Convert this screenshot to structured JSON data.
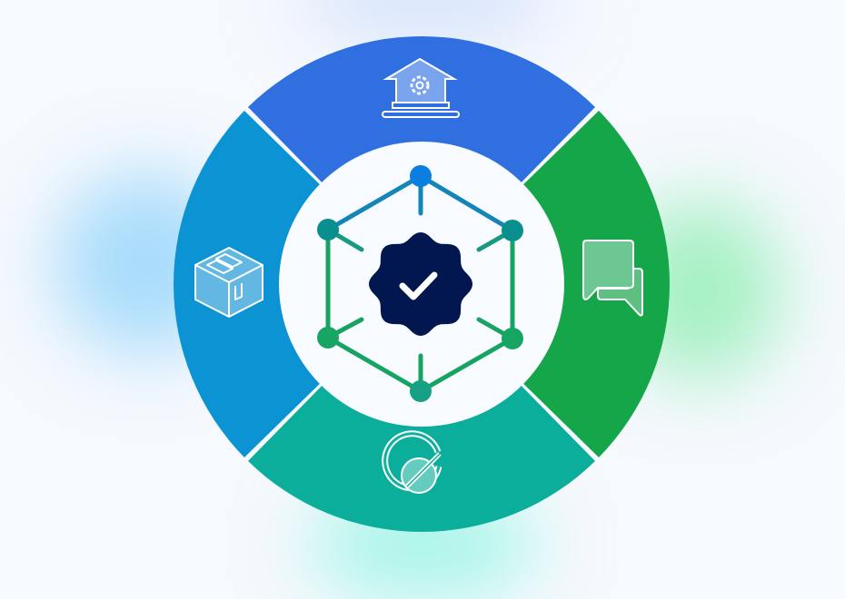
{
  "colors": {
    "background": "#f6f9fe",
    "glow_left": "#a9dcfb",
    "glow_right": "#a6f0c4",
    "glow_bottom": "#a8f5e8",
    "glow_top": "#d8e4fb",
    "segment_top": "#2f6fe0",
    "segment_right": "#16a64a",
    "segment_bottom": "#0aae9a",
    "segment_left": "#0b93d3",
    "center_disc": "#f8fbff",
    "badge": "#02174f",
    "node_top": "#0a7fe0",
    "node_upper": "#0a8f8f",
    "node_lower": "#17a564",
    "edge_upper": "#1585b8",
    "edge_lower": "#17a463"
  },
  "segments": [
    {
      "id": "top",
      "icon": "warehouse-gear-icon"
    },
    {
      "id": "right",
      "icon": "chat-bubbles-icon"
    },
    {
      "id": "bottom",
      "icon": "target-check-icon"
    },
    {
      "id": "left",
      "icon": "package-box-icon"
    }
  ],
  "center": {
    "icon": "verified-badge-check-icon",
    "network": "hexagon-network-icon"
  }
}
